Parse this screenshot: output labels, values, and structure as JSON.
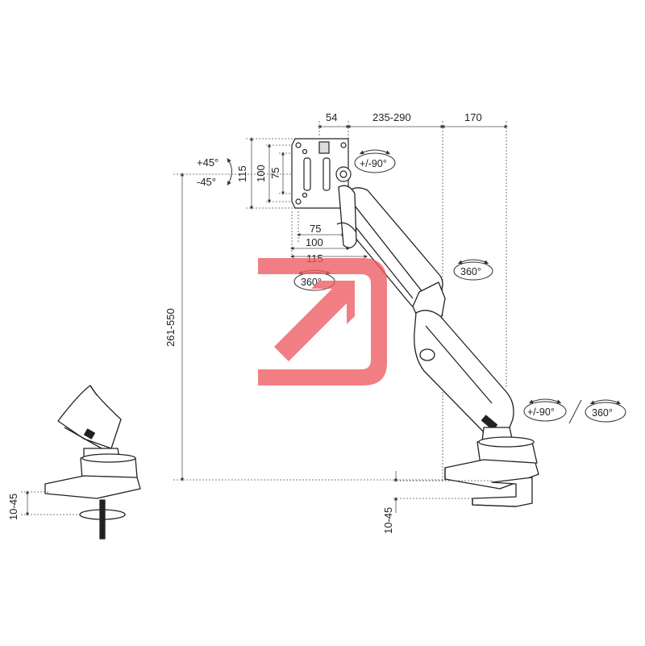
{
  "dimensions": {
    "top_54": "54",
    "top_235_290": "235-290",
    "top_170": "170",
    "height_261_550": "261-550",
    "clamp_left_10_45": "10-45",
    "clamp_right_10_45": "10-45"
  },
  "vesa": {
    "v115": "115",
    "v100": "100",
    "v75": "75",
    "h75": "75",
    "h100": "100",
    "h115": "115"
  },
  "rotation": {
    "tilt_plus": "+45°",
    "tilt_minus": "-45°",
    "swivel_top": "+/-90°",
    "rotate_plate": "360°",
    "rotate_arm": "360°",
    "swivel_base": "+/-90°",
    "rotate_base": "360°"
  },
  "watermark": {
    "color": "#ee5a5f",
    "icon": "arrow-up-right-in-box-icon"
  },
  "colors": {
    "line": "#222222",
    "dim_line": "#555555"
  }
}
